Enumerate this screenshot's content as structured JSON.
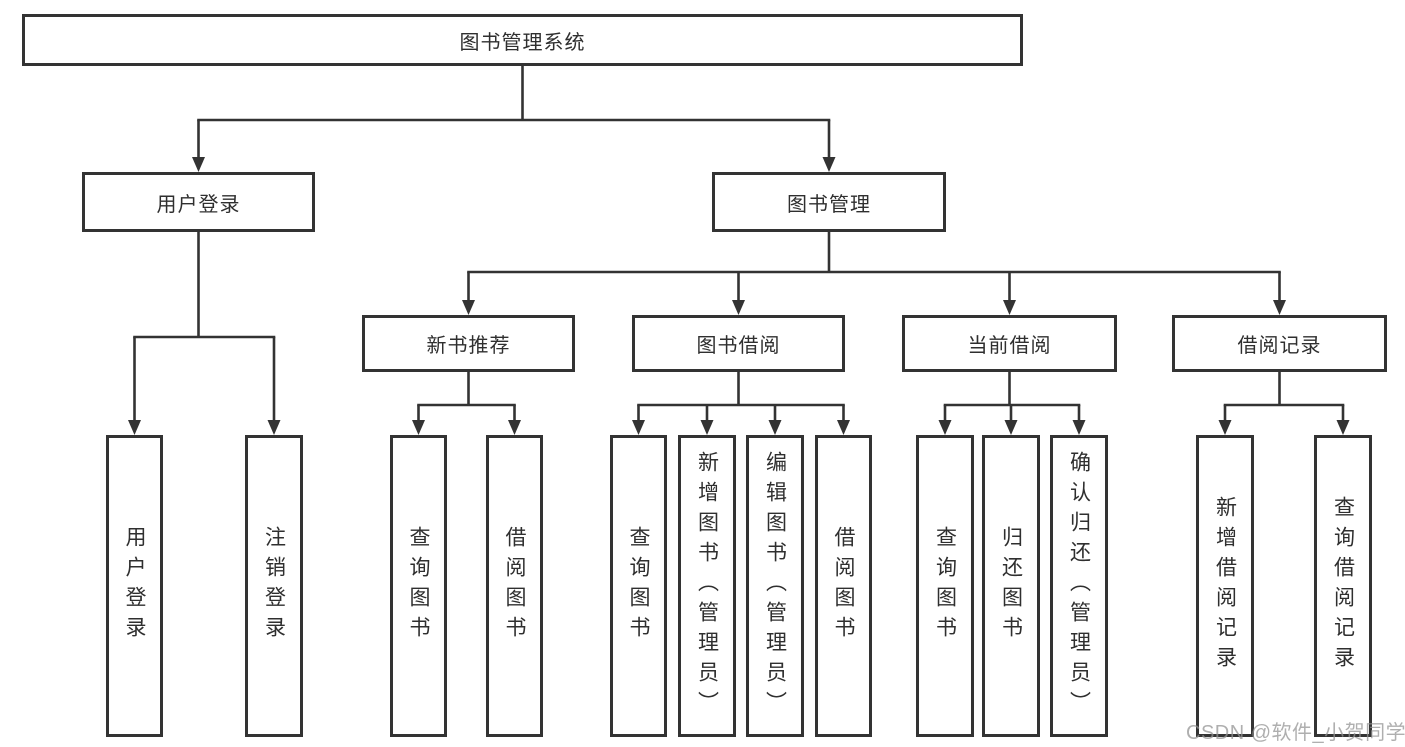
{
  "diagram": {
    "type": "hierarchy-tree",
    "nodes": {
      "root": {
        "label": "图书管理系统"
      },
      "user_login": {
        "label": "用户登录"
      },
      "book_mgmt": {
        "label": "图书管理"
      },
      "new_book_rec": {
        "label": "新书推荐"
      },
      "book_borrow": {
        "label": "图书借阅"
      },
      "current_borrow": {
        "label": "当前借阅"
      },
      "borrow_records": {
        "label": "借阅记录"
      },
      "leaf_user_login": {
        "label": "用户登录"
      },
      "leaf_logout": {
        "label": "注销登录"
      },
      "leaf_query_book_rec": {
        "label": "查询图书"
      },
      "leaf_borrow_book_rec": {
        "label": "借阅图书"
      },
      "leaf_query_book_borrow": {
        "label": "查询图书"
      },
      "leaf_add_book": {
        "label": "新增图书（管理员）"
      },
      "leaf_edit_book": {
        "label": "编辑图书（管理员）"
      },
      "leaf_borrow_book_borrow": {
        "label": "借阅图书"
      },
      "leaf_query_book_current": {
        "label": "查询图书"
      },
      "leaf_return_book": {
        "label": "归还图书"
      },
      "leaf_confirm_return": {
        "label": "确认归还（管理员）"
      },
      "leaf_add_borrow_record": {
        "label": "新增借阅记录"
      },
      "leaf_query_borrow_record": {
        "label": "查询借阅记录"
      }
    },
    "hierarchy": {
      "图书管理系统": [
        "用户登录",
        "图书管理"
      ],
      "用户登录": [
        "用户登录",
        "注销登录"
      ],
      "图书管理": [
        "新书推荐",
        "图书借阅",
        "当前借阅",
        "借阅记录"
      ],
      "新书推荐": [
        "查询图书",
        "借阅图书"
      ],
      "图书借阅": [
        "查询图书",
        "新增图书（管理员）",
        "编辑图书（管理员）",
        "借阅图书"
      ],
      "当前借阅": [
        "查询图书",
        "归还图书",
        "确认归还（管理员）"
      ],
      "借阅记录": [
        "新增借阅记录",
        "查询借阅记录"
      ]
    },
    "colors": {
      "line": "#333333",
      "text": "#2f2f2f",
      "box_fill": "#ffffff",
      "watermark_text_color": "#949494"
    }
  },
  "watermark": {
    "text": "CSDN @软件_小贺同学"
  }
}
